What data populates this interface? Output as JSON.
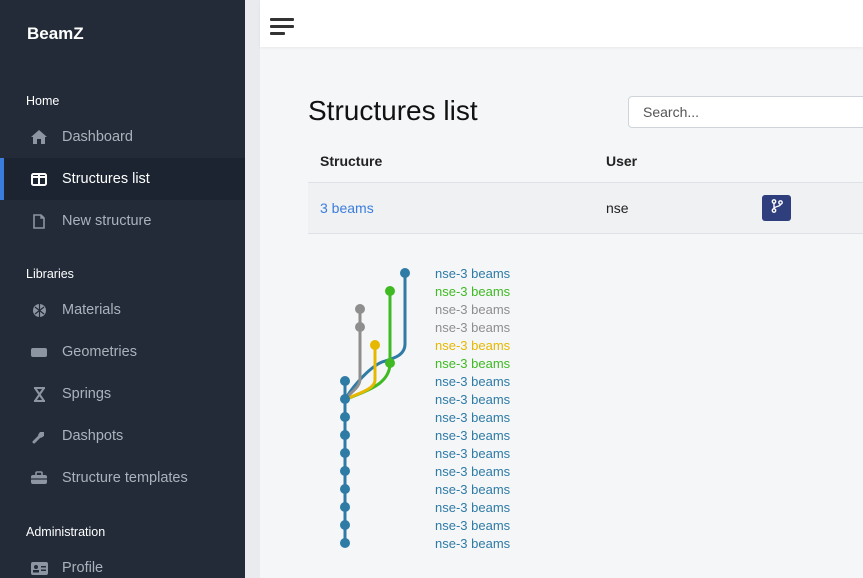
{
  "sidebar": {
    "brand": "BeamZ",
    "sections": [
      {
        "label": "Home"
      },
      {
        "label": "Libraries"
      },
      {
        "label": "Administration"
      }
    ],
    "items": [
      {
        "label": "Dashboard",
        "icon": "home-icon"
      },
      {
        "label": "Structures list",
        "icon": "columns-icon",
        "active": true
      },
      {
        "label": "New structure",
        "icon": "file-icon"
      },
      {
        "label": "Materials",
        "icon": "atom-icon"
      },
      {
        "label": "Geometries",
        "icon": "shape-icon"
      },
      {
        "label": "Springs",
        "icon": "hourglass-icon"
      },
      {
        "label": "Dashpots",
        "icon": "wrench-icon"
      },
      {
        "label": "Structure templates",
        "icon": "toolbox-icon"
      },
      {
        "label": "Profile",
        "icon": "id-card-icon"
      }
    ]
  },
  "main": {
    "title": "Structures list",
    "search": {
      "placeholder": "Search..."
    },
    "table": {
      "columns": [
        "Structure",
        "User"
      ],
      "rows": [
        {
          "structure": "3 beams",
          "user": "nse",
          "action_icon": "code-branch-icon"
        }
      ]
    }
  },
  "history": {
    "colors": {
      "blue": "#2e7ba6",
      "green": "#3fba22",
      "gray": "#8e8e8e",
      "yellow": "#e6b800"
    },
    "commits": [
      {
        "label": "nse-3 beams",
        "color": "#2e7ba6"
      },
      {
        "label": "nse-3 beams",
        "color": "#3fba22"
      },
      {
        "label": "nse-3 beams",
        "color": "#8e8e8e"
      },
      {
        "label": "nse-3 beams",
        "color": "#8e8e8e"
      },
      {
        "label": "nse-3 beams",
        "color": "#e6b800"
      },
      {
        "label": "nse-3 beams",
        "color": "#3fba22"
      },
      {
        "label": "nse-3 beams",
        "color": "#2e7ba6"
      },
      {
        "label": "nse-3 beams",
        "color": "#2e7ba6"
      },
      {
        "label": "nse-3 beams",
        "color": "#2e7ba6"
      },
      {
        "label": "nse-3 beams",
        "color": "#2e7ba6"
      },
      {
        "label": "nse-3 beams",
        "color": "#2e7ba6"
      },
      {
        "label": "nse-3 beams",
        "color": "#2e7ba6"
      },
      {
        "label": "nse-3 beams",
        "color": "#2e7ba6"
      },
      {
        "label": "nse-3 beams",
        "color": "#2e7ba6"
      },
      {
        "label": "nse-3 beams",
        "color": "#2e7ba6"
      },
      {
        "label": "nse-3 beams",
        "color": "#2e7ba6"
      }
    ]
  }
}
